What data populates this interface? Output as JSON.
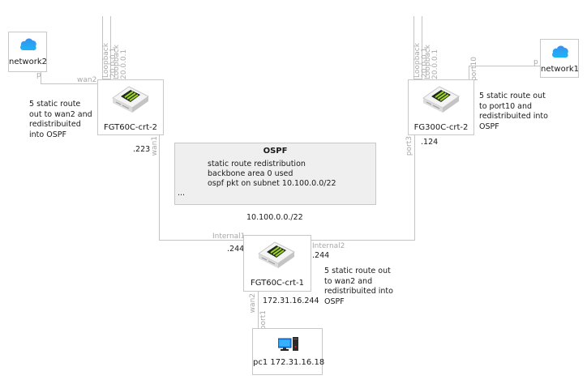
{
  "nodes": {
    "network2": {
      "label": "network2",
      "icon": "cloud-icon",
      "port": "p"
    },
    "network1": {
      "label": "network1",
      "icon": "cloud-icon",
      "port": "p"
    },
    "fgt60c_crt2": {
      "label": "FGT60C-crt-2",
      "icon": "firewall-icon",
      "ports": {
        "top_left": "Loopback 20.0.0.1",
        "top_right": "Loopback 20.0.0.1",
        "left": "wan2",
        "bottom": "wan1"
      },
      "ip": ".223",
      "note": [
        "5 static route",
        "out to wan2 and",
        "redistribuited",
        "into OSPF"
      ]
    },
    "fg300c_crt2": {
      "label": "FG300C-crt-2",
      "icon": "firewall-icon",
      "ports": {
        "top_left": "Loopback 20.0.0.1",
        "top_right": "Loopback 20.0.0.1",
        "right": "port10",
        "bottom": "port3"
      },
      "ip": ".124",
      "note": [
        "5 static route out",
        "to port10 and",
        "redistribuited into",
        "OSPF"
      ]
    },
    "fgt60c_crt1": {
      "label": "FGT60C-crt-1",
      "icon": "firewall-icon",
      "ports": {
        "left": "Internal1",
        "right": "Internal2",
        "bottom": "wan2"
      },
      "ip_left": ".244",
      "ip_right": ".244",
      "ip_bottom": "172.31.16.244",
      "note": [
        "5 static route out",
        "to wan2 and",
        "redistribuited into",
        "OSPF"
      ]
    },
    "pc1": {
      "label": "pc1 172.31.16.18",
      "icon": "pc-icon",
      "port": "port1"
    }
  },
  "ospf_box": {
    "title": "OSPF",
    "lines": [
      "static route redistribution",
      "backbone area 0 used",
      "ospf pkt on subnet 10.100.0.0/22"
    ],
    "ellipsis": "..."
  },
  "subnet_label": "10.100.0.0./22"
}
